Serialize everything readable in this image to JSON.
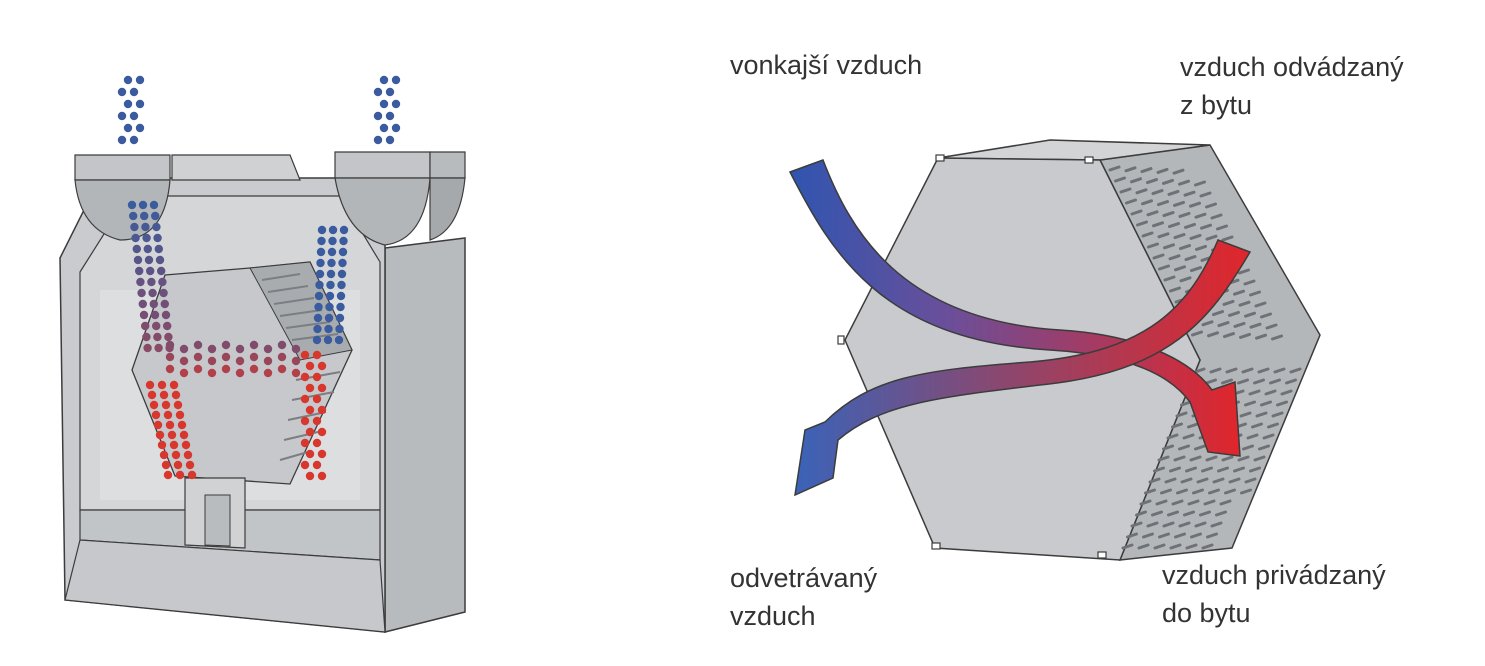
{
  "labels": {
    "outside_air": [
      "vonkajší vzduch"
    ],
    "extract_air": [
      "vzduch odvádzaný",
      "z bytu"
    ],
    "exhaust_air": [
      "odvetrávaný",
      "vzduch"
    ],
    "supply_air": [
      "vzduch privádzaný",
      "do bytu"
    ]
  },
  "colors": {
    "cold": "#3a5c9e",
    "warm": "#d8372e",
    "body": "#cdcfd1",
    "body_dark": "#a9acaf",
    "outline": "#3c3c3c"
  }
}
